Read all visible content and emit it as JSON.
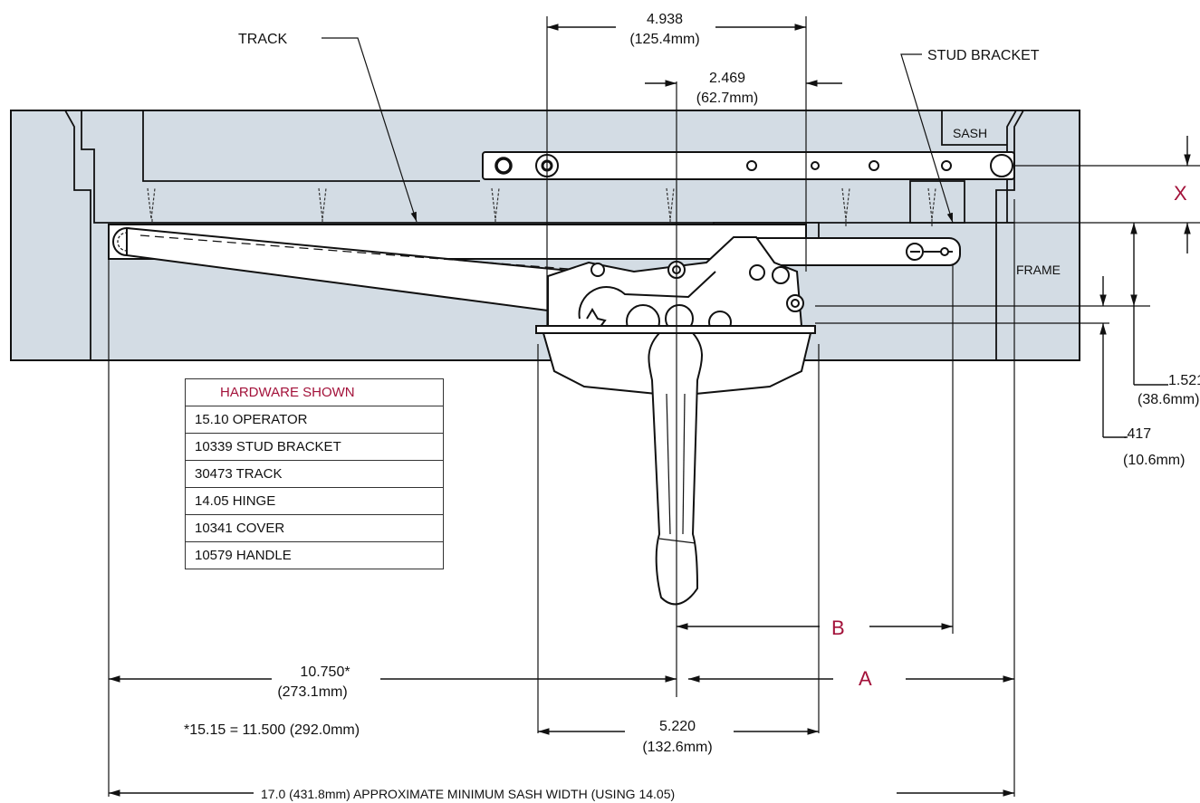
{
  "labels": {
    "track": "TRACK",
    "stud_bracket": "STUD BRACKET",
    "sash": "SASH",
    "frame": "FRAME",
    "x": "X",
    "a": "A",
    "b": "B"
  },
  "dimensions": {
    "d4938": "4.938",
    "d4938_mm": "(125.4mm)",
    "d2469": "2.469",
    "d2469_mm": "(62.7mm)",
    "d1521": "1.521",
    "d1521_mm": "(38.6mm)",
    "d417": ".417",
    "d417_mm": "(10.6mm)",
    "d10750": "10.750*",
    "d10750_mm": "(273.1mm)",
    "note_1515": "*15.15 = 11.500 (292.0mm)",
    "d5220": "5.220",
    "d5220_mm": "(132.6mm)",
    "min_sash": "17.0 (431.8mm) APPROXIMATE MINIMUM SASH WIDTH (USING 14.05)"
  },
  "hardware_table": {
    "header": "HARDWARE SHOWN",
    "rows": [
      "15.10 OPERATOR",
      "10339 STUD BRACKET",
      "30473 TRACK",
      "14.05 HINGE",
      "10341 COVER",
      "10579 HANDLE"
    ]
  },
  "colors": {
    "frame_fill": "#d3dce4",
    "line": "#111111",
    "accent": "#a3123a"
  }
}
